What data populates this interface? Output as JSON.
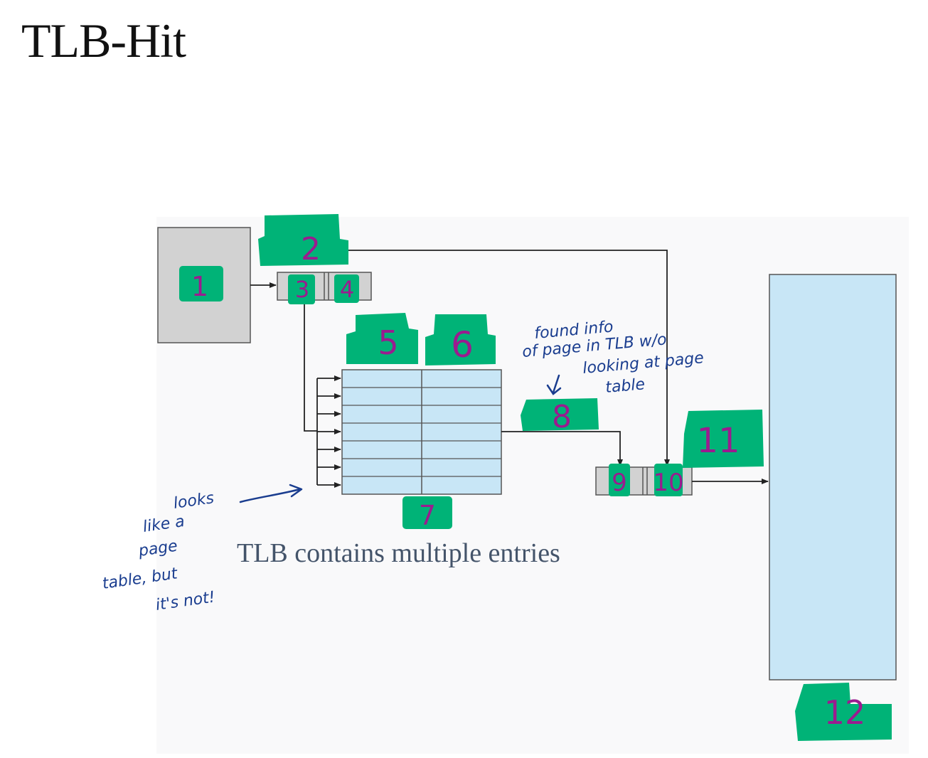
{
  "title": "TLB-Hit",
  "caption": "TLB contains multiple entries",
  "labels": {
    "l1": "1",
    "l2": "2",
    "l3": "3",
    "l4": "4",
    "l5": "5",
    "l6": "6",
    "l7": "7",
    "l8": "8",
    "l9": "9",
    "l10": "10",
    "l11": "11",
    "l12": "12"
  },
  "annotations": {
    "found_line1": "found info",
    "found_line2": "of page in TLB w/o",
    "found_line3": "looking at page",
    "found_line4": "table",
    "looks_line1": "looks",
    "looks_line2": "like a",
    "looks_line3": "page",
    "looks_line4": "table, but",
    "looks_line5": "it's not!"
  },
  "colors": {
    "highlight": "#00b377",
    "label_ink": "#9b1b8f",
    "handwriting": "#1a3d8f",
    "box_gray": "#d2d2d2",
    "tlb_blue": "#c8e6f6",
    "caption": "#44546a"
  },
  "tlb_rows": 7
}
